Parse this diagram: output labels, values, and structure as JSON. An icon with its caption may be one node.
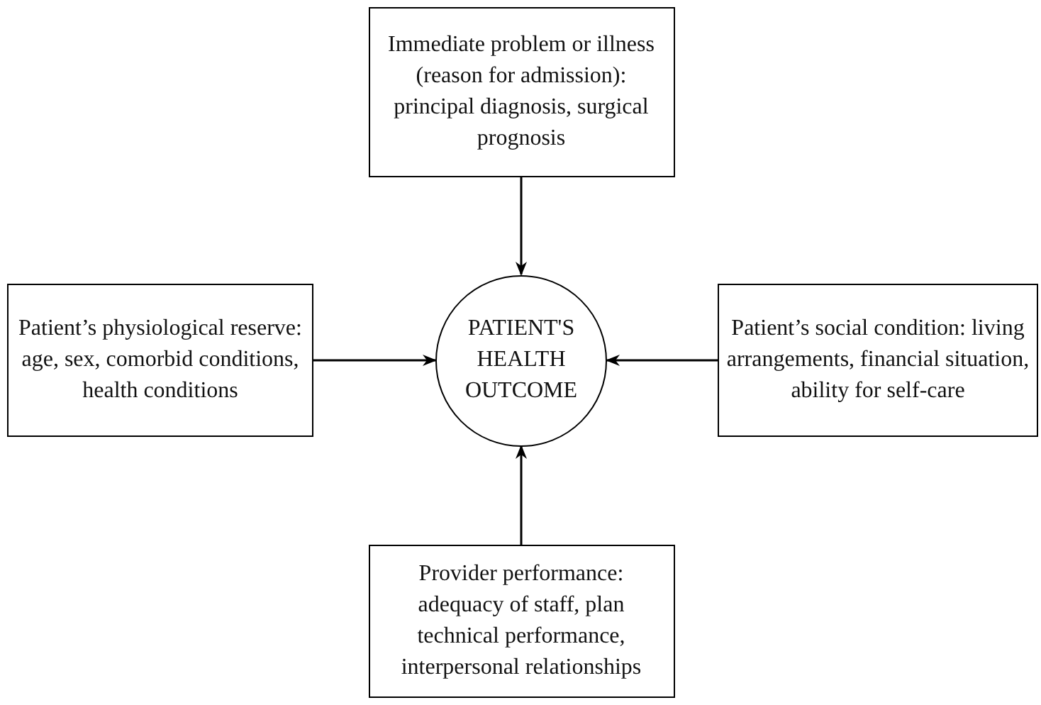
{
  "diagram": {
    "nodes": [
      {
        "text": [
          "Immediate problem or illness (reason for admission): principal diagnosis, surgical prognosis"
        ]
      },
      {
        "text": [
          "Patient’s physiological reserve: age, sex, comorbid conditions, health conditions"
        ]
      },
      {
        "text": [
          "PATIENT'S HEALTH OUTCOME"
        ]
      },
      {
        "text": [
          "Patient’s social condition: living arrangements, financial situation, ability for self-care"
        ]
      },
      {
        "text": [
          "Provider performance: adequacy of staff, plan technical performance, interpersonal relationships"
        ]
      }
    ],
    "edges": [
      {
        "from": 0,
        "to": 2,
        "arrow": "to"
      },
      {
        "from": 1,
        "to": 2,
        "arrow": "to"
      },
      {
        "from": 3,
        "to": 2,
        "arrow": "to"
      },
      {
        "from": 4,
        "to": 2,
        "arrow": "to"
      }
    ]
  }
}
